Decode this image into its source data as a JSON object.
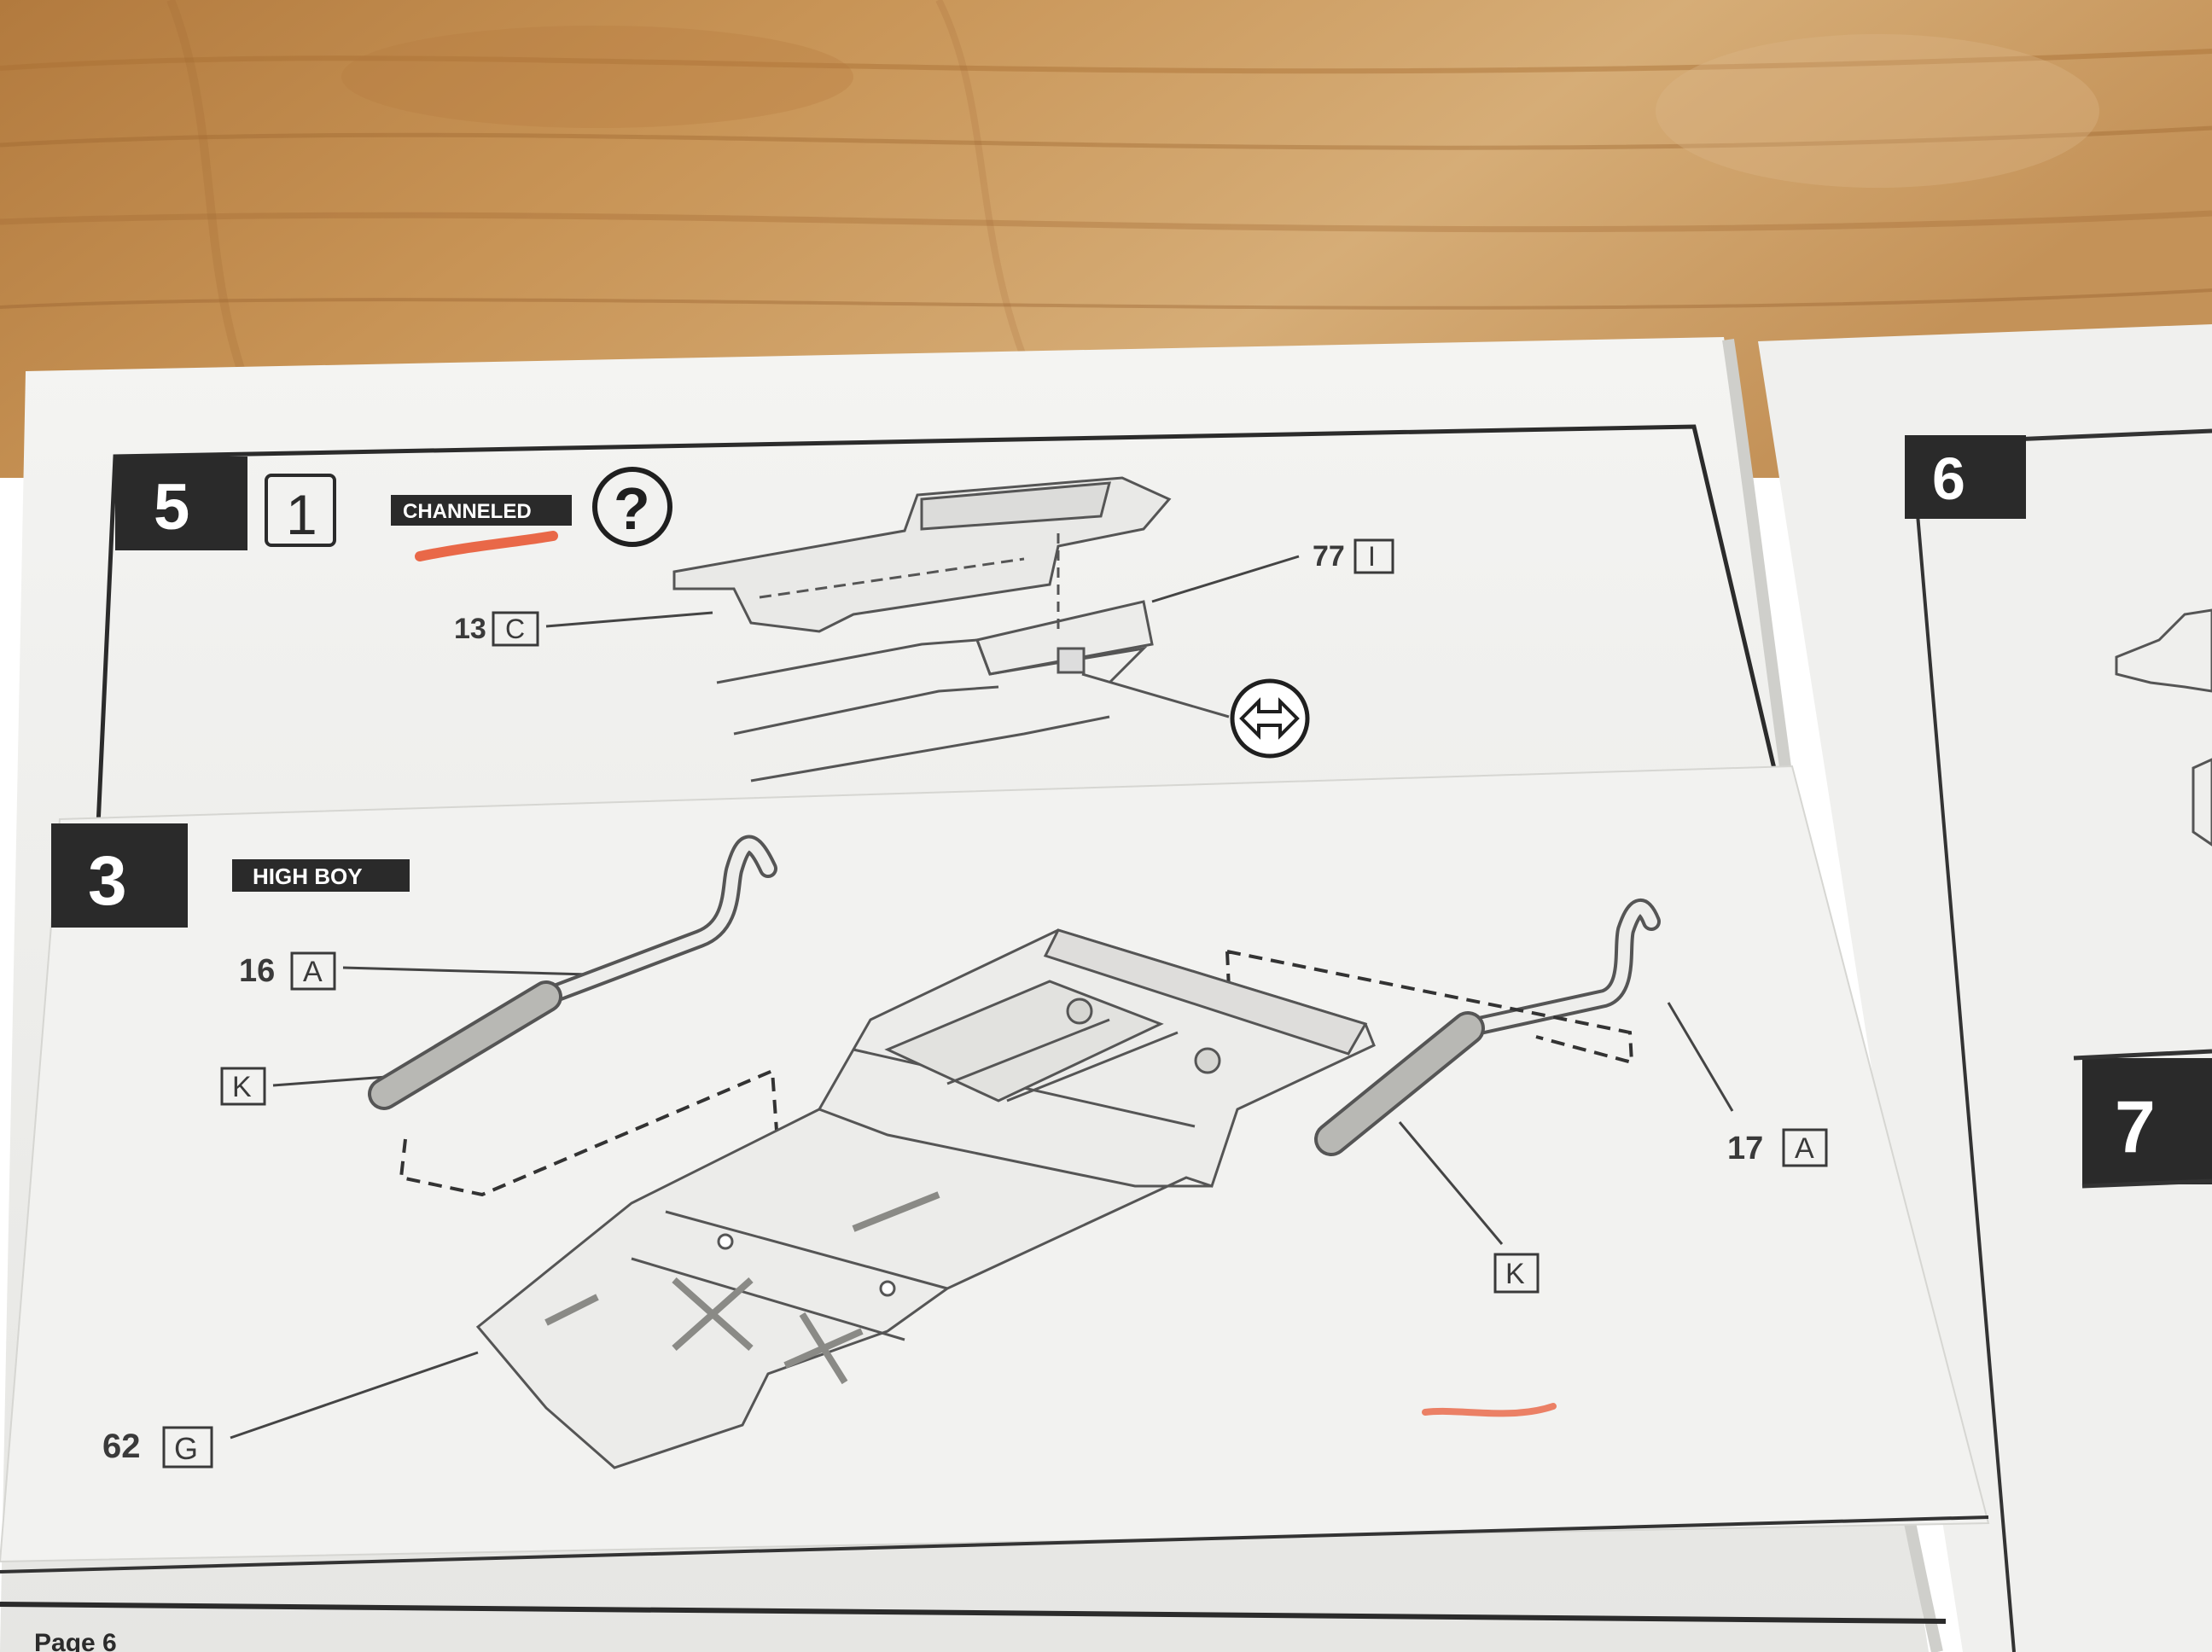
{
  "step5": {
    "number": "5",
    "option_box": "1",
    "tag": "CHANNELED",
    "question": "?",
    "parts": [
      {
        "num": "13",
        "letter": "C"
      },
      {
        "num": "77",
        "letter": "I"
      }
    ]
  },
  "step3": {
    "number": "3",
    "tag": "HIGH BOY",
    "parts": [
      {
        "num": "16",
        "letter": "A"
      },
      {
        "num": "",
        "letter": "K"
      },
      {
        "num": "17",
        "letter": "A"
      },
      {
        "num": "",
        "letter": "K"
      },
      {
        "num": "62",
        "letter": "G"
      }
    ]
  },
  "right_page": {
    "step_a": "6",
    "step_b": "7"
  },
  "footer": {
    "page": "Page 6"
  },
  "colors": {
    "table": "#c08a4e",
    "paper": "#f1f1ef",
    "ink": "#2b2b2b",
    "highlight": "#e8502a"
  }
}
